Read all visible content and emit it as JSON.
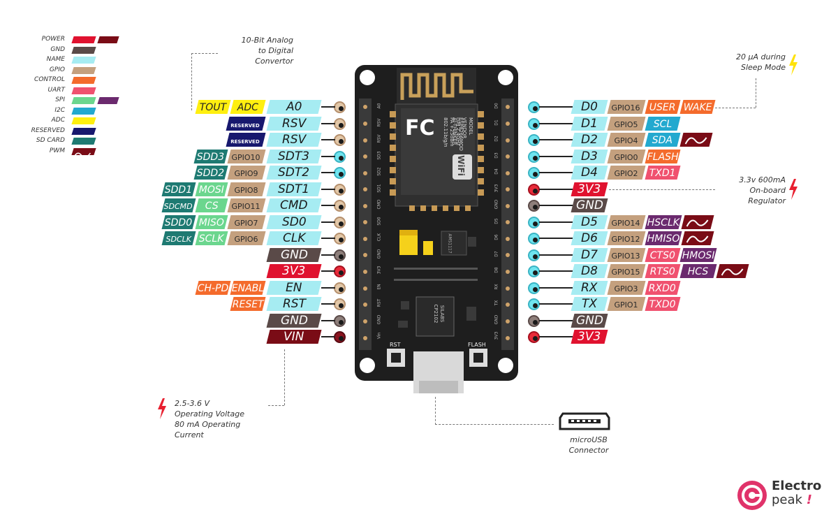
{
  "legend": [
    {
      "label": "POWER",
      "color": "#e0122f",
      "color2": "#7a0c16"
    },
    {
      "label": "GND",
      "color": "#5a4a48"
    },
    {
      "label": "NAME",
      "color": "#a6ecf2"
    },
    {
      "label": "GPIO",
      "color": "#c4a07e"
    },
    {
      "label": "CONTROL",
      "color": "#f46b2c"
    },
    {
      "label": "UART",
      "color": "#f0516f"
    },
    {
      "label": "SPI",
      "color": "#6bd68e",
      "color2": "#6b2a6e"
    },
    {
      "label": "I2C",
      "color": "#23a9cf"
    },
    {
      "label": "ADC",
      "color": "#ffef0f"
    },
    {
      "label": "RESERVED",
      "color": "#17186e"
    },
    {
      "label": "SD CARD",
      "color": "#1e7a72"
    },
    {
      "label": "PWM",
      "color": "#7a0c16",
      "wave": true
    }
  ],
  "annotations": {
    "adc": [
      "10-Bit Analog",
      "to Digital",
      "Convertor"
    ],
    "sleep": [
      "20 µA during",
      "Sleep Mode"
    ],
    "regulator": [
      "3.3v 600mA",
      "On-board",
      "Regulator"
    ],
    "voltage": [
      "2.5-3.6 V",
      "Operating Voltage",
      "80 mA Operating",
      "Current"
    ],
    "usb": [
      "microUSB",
      "Connector"
    ]
  },
  "board": {
    "module_text": [
      "MODEL",
      "VENDOR",
      "ISM 2.4GHz",
      "PA +25dBm",
      "802.11b/g/n"
    ],
    "module_values": [
      "ESP8266MOD",
      "AI-THINKER"
    ],
    "wifi": "WiFi",
    "fc": "FC",
    "chip": [
      "SILABS",
      "CP2102"
    ],
    "regulator_chip": "AMS1117",
    "rst_label": "RST",
    "flash_label": "FLASH",
    "left_silk": [
      "A0",
      "RSV",
      "RSV",
      "SD3",
      "SD2",
      "SD1",
      "CMD",
      "SD0",
      "CLK",
      "GND",
      "3V3",
      "EN",
      "RST",
      "GND",
      "Vin"
    ],
    "right_silk": [
      "D0",
      "D1",
      "D2",
      "D3",
      "D4",
      "3V3",
      "GND",
      "D5",
      "D6",
      "D7",
      "D8",
      "RX",
      "TX",
      "GND",
      "3V3"
    ]
  },
  "left_pins": [
    {
      "name": "A0",
      "dot": "gpio",
      "tags": [
        {
          "t": "ADC",
          "c": "adc"
        },
        {
          "t": "TOUT",
          "c": "adc"
        }
      ]
    },
    {
      "name": "RSV",
      "dot": "gpio",
      "tags": [
        {
          "t": "RESERVED",
          "c": "res"
        }
      ]
    },
    {
      "name": "RSV",
      "dot": "gpio",
      "tags": [
        {
          "t": "RESERVED",
          "c": "res"
        }
      ]
    },
    {
      "name": "SDT3",
      "dot": "name",
      "tags": [
        {
          "t": "GPIO10",
          "c": "gpio"
        },
        {
          "t": "SDD3",
          "c": "sd"
        }
      ]
    },
    {
      "name": "SDT2",
      "dot": "name",
      "tags": [
        {
          "t": "GPIO9",
          "c": "gpio"
        },
        {
          "t": "SDD2",
          "c": "sd"
        }
      ]
    },
    {
      "name": "SDT1",
      "dot": "gpio",
      "tags": [
        {
          "t": "GPIO8",
          "c": "gpio"
        },
        {
          "t": "MOSI",
          "c": "spi"
        },
        {
          "t": "SDD1",
          "c": "sd"
        }
      ]
    },
    {
      "name": "CMD",
      "dot": "gpio",
      "tags": [
        {
          "t": "GPIO11",
          "c": "gpio"
        },
        {
          "t": "CS",
          "c": "spi"
        },
        {
          "t": "SDCMD",
          "c": "sd"
        }
      ]
    },
    {
      "name": "SD0",
      "dot": "gpio",
      "tags": [
        {
          "t": "GPIO7",
          "c": "gpio"
        },
        {
          "t": "MISO",
          "c": "spi"
        },
        {
          "t": "SDD0",
          "c": "sd"
        }
      ]
    },
    {
      "name": "CLK",
      "dot": "gpio",
      "tags": [
        {
          "t": "GPIO6",
          "c": "gpio"
        },
        {
          "t": "SCLK",
          "c": "spi"
        },
        {
          "t": "SDCLK",
          "c": "sd"
        }
      ]
    },
    {
      "name": "GND",
      "dot": "gnd",
      "tags": [],
      "style": "gnd"
    },
    {
      "name": "3V3",
      "dot": "pwr",
      "tags": [],
      "style": "pwr"
    },
    {
      "name": "EN",
      "dot": "gpio",
      "tags": [
        {
          "t": "ENABLE",
          "c": "ctrl"
        },
        {
          "t": "CH-PD",
          "c": "ctrl"
        }
      ]
    },
    {
      "name": "RST",
      "dot": "gpio",
      "tags": [
        {
          "t": "RESET",
          "c": "ctrl"
        }
      ]
    },
    {
      "name": "GND",
      "dot": "gnd",
      "tags": [],
      "style": "gnd"
    },
    {
      "name": "VIN",
      "dot": "vin",
      "tags": [],
      "style": "vin"
    }
  ],
  "right_pins": [
    {
      "name": "D0",
      "dot": "name",
      "tags": [
        {
          "t": "GPIO16",
          "c": "gpio"
        },
        {
          "t": "USER",
          "c": "ctrl"
        },
        {
          "t": "WAKE",
          "c": "ctrl"
        }
      ]
    },
    {
      "name": "D1",
      "dot": "name",
      "tags": [
        {
          "t": "GPIO5",
          "c": "gpio"
        },
        {
          "t": "SCL",
          "c": "i2c"
        }
      ]
    },
    {
      "name": "D2",
      "dot": "name",
      "tags": [
        {
          "t": "GPIO4",
          "c": "gpio"
        },
        {
          "t": "SDA",
          "c": "i2c"
        },
        {
          "t": "",
          "c": "pwm"
        }
      ]
    },
    {
      "name": "D3",
      "dot": "name",
      "tags": [
        {
          "t": "GPIO0",
          "c": "gpio"
        },
        {
          "t": "FLASH",
          "c": "ctrl"
        }
      ]
    },
    {
      "name": "D4",
      "dot": "name",
      "tags": [
        {
          "t": "GPIO2",
          "c": "gpio"
        },
        {
          "t": "TXD1",
          "c": "uart"
        }
      ]
    },
    {
      "name": "3V3",
      "dot": "pwr",
      "tags": [],
      "style": "pwr"
    },
    {
      "name": "GND",
      "dot": "gnd",
      "tags": [],
      "style": "gnd"
    },
    {
      "name": "D5",
      "dot": "name",
      "tags": [
        {
          "t": "GPIO14",
          "c": "gpio"
        },
        {
          "t": "HSCLK",
          "c": "spiH"
        },
        {
          "t": "",
          "c": "pwm"
        }
      ]
    },
    {
      "name": "D6",
      "dot": "name",
      "tags": [
        {
          "t": "GPIO12",
          "c": "gpio"
        },
        {
          "t": "HMISO",
          "c": "spiH"
        },
        {
          "t": "",
          "c": "pwm"
        }
      ]
    },
    {
      "name": "D7",
      "dot": "name",
      "tags": [
        {
          "t": "GPIO13",
          "c": "gpio"
        },
        {
          "t": "CTS0",
          "c": "uart"
        },
        {
          "t": "HMOSI",
          "c": "spiH"
        }
      ]
    },
    {
      "name": "D8",
      "dot": "name",
      "tags": [
        {
          "t": "GPIO15",
          "c": "gpio"
        },
        {
          "t": "RTS0",
          "c": "uart"
        },
        {
          "t": "HCS",
          "c": "spiH"
        },
        {
          "t": "",
          "c": "pwm"
        }
      ]
    },
    {
      "name": "RX",
      "dot": "name",
      "tags": [
        {
          "t": "GPIO3",
          "c": "gpio"
        },
        {
          "t": "RXD0",
          "c": "uart"
        }
      ]
    },
    {
      "name": "TX",
      "dot": "name",
      "tags": [
        {
          "t": "GPIO1",
          "c": "gpio"
        },
        {
          "t": "TXD0",
          "c": "uart"
        }
      ]
    },
    {
      "name": "GND",
      "dot": "gnd",
      "tags": [],
      "style": "gnd"
    },
    {
      "name": "3V3",
      "dot": "pwr",
      "tags": [],
      "style": "pwr"
    }
  ],
  "logo": {
    "line1": "Electro",
    "line2": "peak",
    "mark": "!",
    "color": "#e0336a"
  }
}
